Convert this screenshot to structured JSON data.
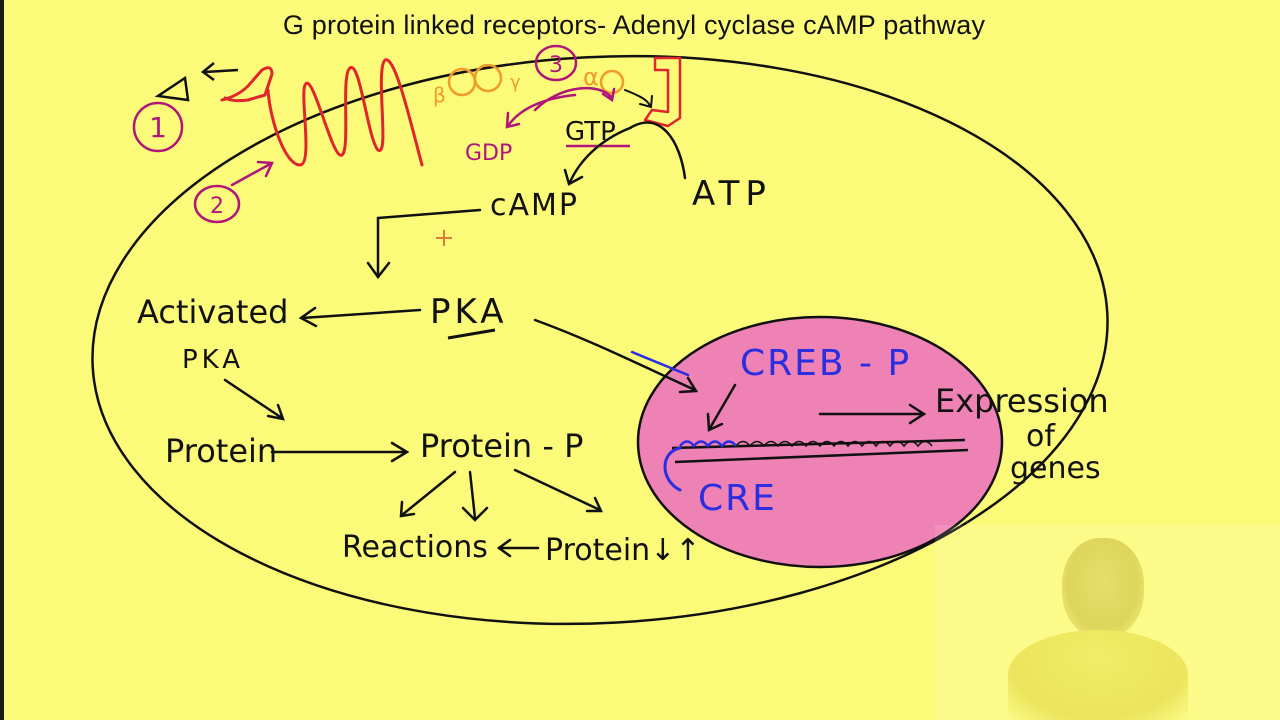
{
  "title": "G protein linked receptors- Adenyl cyclase cAMP pathway",
  "colors": {
    "background": "#fcfb79",
    "ink": "#111111",
    "receptor": "#e0262c",
    "annotation": "#b0157a",
    "g_protein": "#f29a2a",
    "nucleus_fill": "#ee82b4",
    "nucleus_text": "#2a2ee0"
  },
  "labels": {
    "step1": "1",
    "step2": "2",
    "step3": "3",
    "gtp": "GTP",
    "gdp": "GDP",
    "atp": "ATP",
    "camp": "cAMP",
    "activated": "Activated",
    "activated_pka": "PKA",
    "pka": "PKA",
    "protein": "Protein",
    "protein_p": "Protein - P",
    "reactions": "Reactions",
    "protein_updown": "Protein↓↑",
    "creb_p": "CREB - P",
    "cre": "CRE",
    "expression": "Expression",
    "of": "of",
    "genes": "genes"
  }
}
